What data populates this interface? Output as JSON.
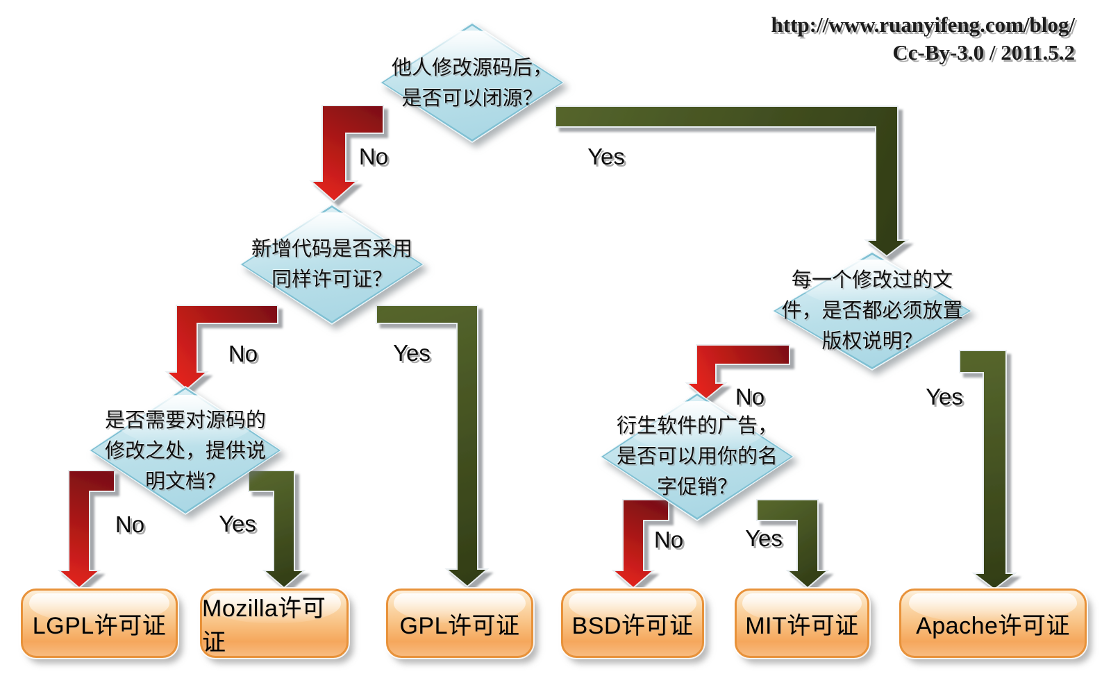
{
  "header": {
    "url": "http://www.ruanyifeng.com/blog/",
    "license_line": "Cc-By-3.0 / 2011.5.2"
  },
  "decisions": [
    {
      "id": "decision-can-close-source",
      "text": "他人修改源码后，\n是否可以闭源？"
    },
    {
      "id": "decision-same-license",
      "text": "新增代码是否采用\n同样许可证？"
    },
    {
      "id": "decision-doc-changes",
      "text": "是否需要对源码的\n修改之处，提供说\n明文档？"
    },
    {
      "id": "decision-copyright-notice",
      "text": "每一个修改过的文\n件，是否都必须放置\n版权说明？"
    },
    {
      "id": "decision-name-promotion",
      "text": "衍生软件的广告，\n是否可以用你的名\n字促销？"
    }
  ],
  "edges": [
    {
      "answer": "No",
      "color": "red",
      "from": "decision-can-close-source",
      "to": "decision-same-license"
    },
    {
      "answer": "Yes",
      "color": "green",
      "from": "decision-can-close-source",
      "to": "decision-copyright-notice"
    },
    {
      "answer": "No",
      "color": "red",
      "from": "decision-same-license",
      "to": "decision-doc-changes"
    },
    {
      "answer": "Yes",
      "color": "green",
      "from": "decision-same-license",
      "to": "result-gpl"
    },
    {
      "answer": "No",
      "color": "red",
      "from": "decision-doc-changes",
      "to": "result-lgpl"
    },
    {
      "answer": "Yes",
      "color": "green",
      "from": "decision-doc-changes",
      "to": "result-mozilla"
    },
    {
      "answer": "No",
      "color": "red",
      "from": "decision-copyright-notice",
      "to": "decision-name-promotion"
    },
    {
      "answer": "Yes",
      "color": "green",
      "from": "decision-copyright-notice",
      "to": "result-apache"
    },
    {
      "answer": "No",
      "color": "red",
      "from": "decision-name-promotion",
      "to": "result-bsd"
    },
    {
      "answer": "Yes",
      "color": "green",
      "from": "decision-name-promotion",
      "to": "result-mit"
    }
  ],
  "licenses": [
    {
      "id": "result-lgpl",
      "label": "LGPL许可证"
    },
    {
      "id": "result-mozilla",
      "label": "Mozilla许可证"
    },
    {
      "id": "result-gpl",
      "label": "GPL许可证"
    },
    {
      "id": "result-bsd",
      "label": "BSD许可证"
    },
    {
      "id": "result-mit",
      "label": "MIT许可证"
    },
    {
      "id": "result-apache",
      "label": "Apache许可证"
    }
  ],
  "colors": {
    "arrow_red_dark": "#7e1012",
    "arrow_red_bright": "#e2231d",
    "arrow_green_light": "#55652c",
    "arrow_green_dark": "#323d16",
    "diamond_fill": "#b9dfe9",
    "diamond_border": "#7fc0d3",
    "box_fill": "#f8bd7c",
    "box_border": "#e8923a"
  }
}
